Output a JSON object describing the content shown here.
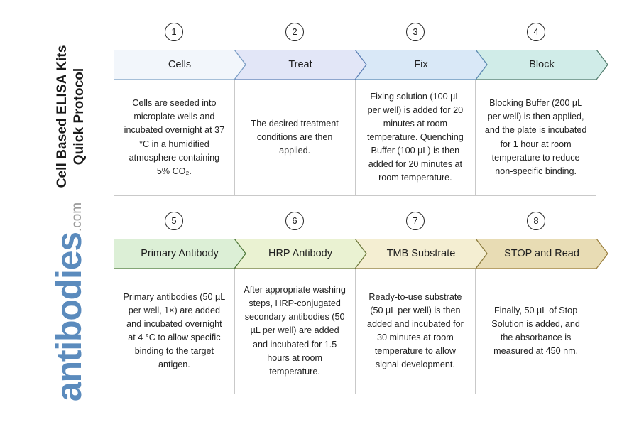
{
  "brand": {
    "name": "antibodies",
    "tld": ".com"
  },
  "title": "Cell Based ELISA Kits\nQuick Protocol",
  "title_line1": "Cell Based ELISA Kits",
  "title_line2": "Quick Protocol",
  "colors": {
    "brand_blue": "#5b8bbd",
    "brand_gray": "#9a9a9a",
    "cell_border": "#c9c9c9",
    "badge_outline": "#262626"
  },
  "rows": [
    {
      "steps": [
        {
          "number": "1",
          "label": "Cells",
          "fill": "#f2f6fb",
          "stroke": "#7a9ec4",
          "description": "Cells are seeded into microplate wells and incubated overnight at 37 °C in a humidified atmosphere containing 5% CO₂."
        },
        {
          "number": "2",
          "label": "Treat",
          "fill": "#e2e6f7",
          "stroke": "#5c7fb5",
          "description": "The desired treatment conditions are then applied."
        },
        {
          "number": "3",
          "label": "Fix",
          "fill": "#d9e8f7",
          "stroke": "#5c8ab5",
          "description": "Fixing solution (100 µL per well) is added for 20 minutes at room temperature. Quenching Buffer (100 µL) is then added for 20 minutes at room temperature."
        },
        {
          "number": "4",
          "label": "Block",
          "fill": "#d0ece8",
          "stroke": "#4f7a6b",
          "description": "Blocking Buffer (200 µL per well) is then applied, and the plate is incubated for 1 hour at room temperature to reduce non-specific binding."
        }
      ]
    },
    {
      "steps": [
        {
          "number": "5",
          "label": "Primary Antibody",
          "fill": "#dcefd6",
          "stroke": "#4f7a3c",
          "description": "Primary antibodies (50 µL per well, 1×) are added and incubated overnight at 4 °C to allow specific binding to the target antigen."
        },
        {
          "number": "6",
          "label": "HRP Antibody",
          "fill": "#eaf2d2",
          "stroke": "#6d7a3c",
          "description": "After appropriate washing steps, HRP-conjugated secondary antibodies (50 µL per well) are added and incubated for 1.5 hours at room temperature."
        },
        {
          "number": "7",
          "label": "TMB Substrate",
          "fill": "#f4eed2",
          "stroke": "#8a7a3c",
          "description": "Ready-to-use substrate (50 µL per well) is then added and incubated for 30 minutes at room temperature to allow signal development."
        },
        {
          "number": "8",
          "label": "STOP and Read",
          "fill": "#e8dcb4",
          "stroke": "#9a7e3c",
          "description": "Finally, 50 µL of Stop Solution is added, and the absorbance is measured at 450 nm."
        }
      ]
    }
  ]
}
